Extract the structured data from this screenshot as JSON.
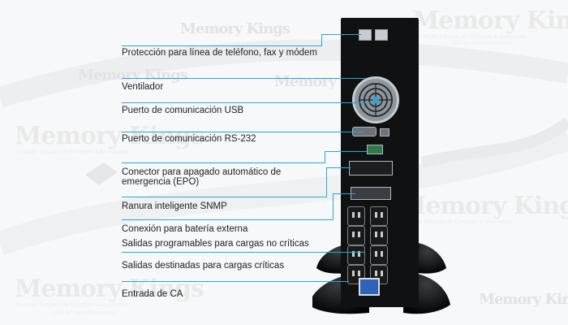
{
  "labels": {
    "phone": "Protección para línea de teléfono, fax  y módem",
    "fan": "Ventilador",
    "usb": "Puerto de comunicación USB",
    "rs232": "Puerto de comunicación RS-232",
    "epo_line1": "Conector para apagado automático de",
    "epo_line2": "emergencia (EPO)",
    "snmp": "Ranura inteligente SNMP",
    "battery": "Conexión para batería externa",
    "prog_outlets": "Salidas programables para cargas no críticas",
    "critical_outlets": "Salidas destinadas para cargas críticas",
    "ac_input": "Entrada de CA"
  },
  "watermark": {
    "brand": "Memory Kings",
    "tagline": "Lo Mejor Equipos de Cómputo & Accesorios",
    "tagline2": "...sólo las mejores marcas"
  },
  "colors": {
    "callout": "#2aa6d8",
    "device": "#101112",
    "background": "#f7f8f9"
  }
}
